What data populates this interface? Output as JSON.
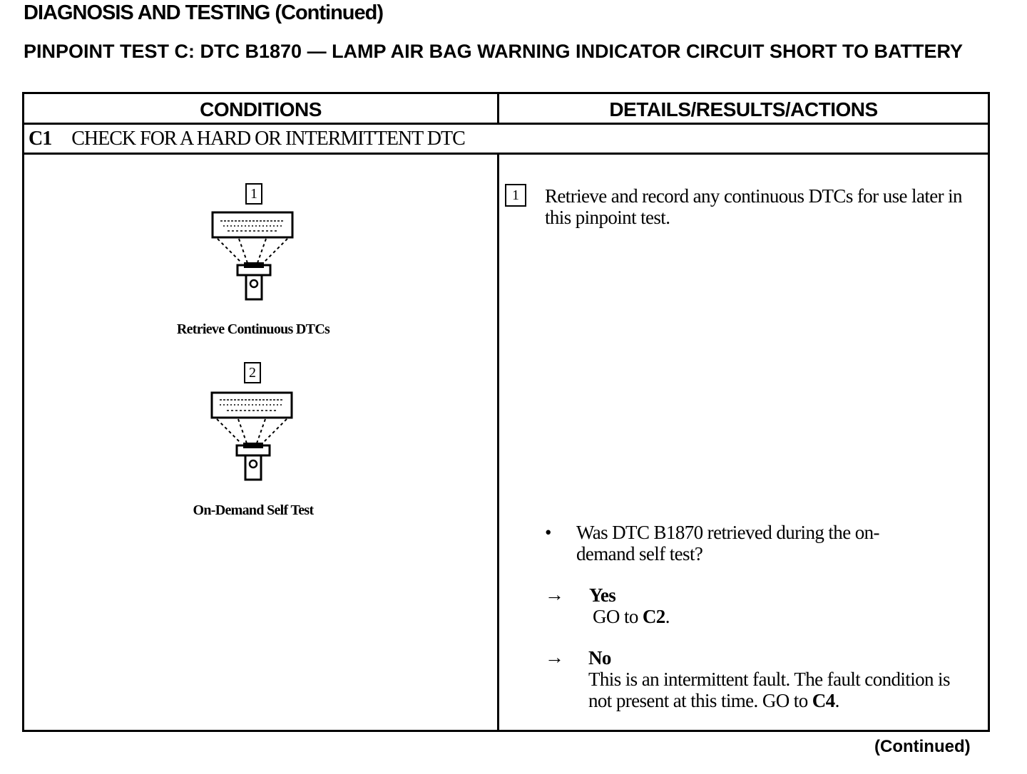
{
  "header": {
    "page_title": "DIAGNOSIS AND TESTING (Continued)",
    "test_title": "PINPOINT TEST C: DTC B1870 — LAMP AIR BAG WARNING INDICATOR CIRCUIT SHORT TO BATTERY"
  },
  "table": {
    "col_conditions": "CONDITIONS",
    "col_details": "DETAILS/RESULTS/ACTIONS",
    "step": {
      "id": "C1",
      "title": "CHECK FOR A HARD OR INTERMITTENT DTC"
    },
    "figures": [
      {
        "number": "1",
        "caption": "Retrieve Continuous DTCs"
      },
      {
        "number": "2",
        "caption": "On-Demand Self Test"
      }
    ],
    "details": {
      "step_number": "1",
      "instruction": "Retrieve and record any continuous DTCs for use later in this pinpoint test.",
      "question": "Was DTC B1870 retrieved during the on-demand self test?",
      "bullet": "•",
      "arrow": "→",
      "yes_label": "Yes",
      "yes_action_prefix": "GO to ",
      "yes_action_target": "C2",
      "yes_action_suffix": ".",
      "no_label": "No",
      "no_action_prefix": "This is an intermittent fault. The fault condition is not present at this time. GO to ",
      "no_action_target": "C4",
      "no_action_suffix": "."
    }
  },
  "footer": {
    "continued": "(Continued)"
  }
}
